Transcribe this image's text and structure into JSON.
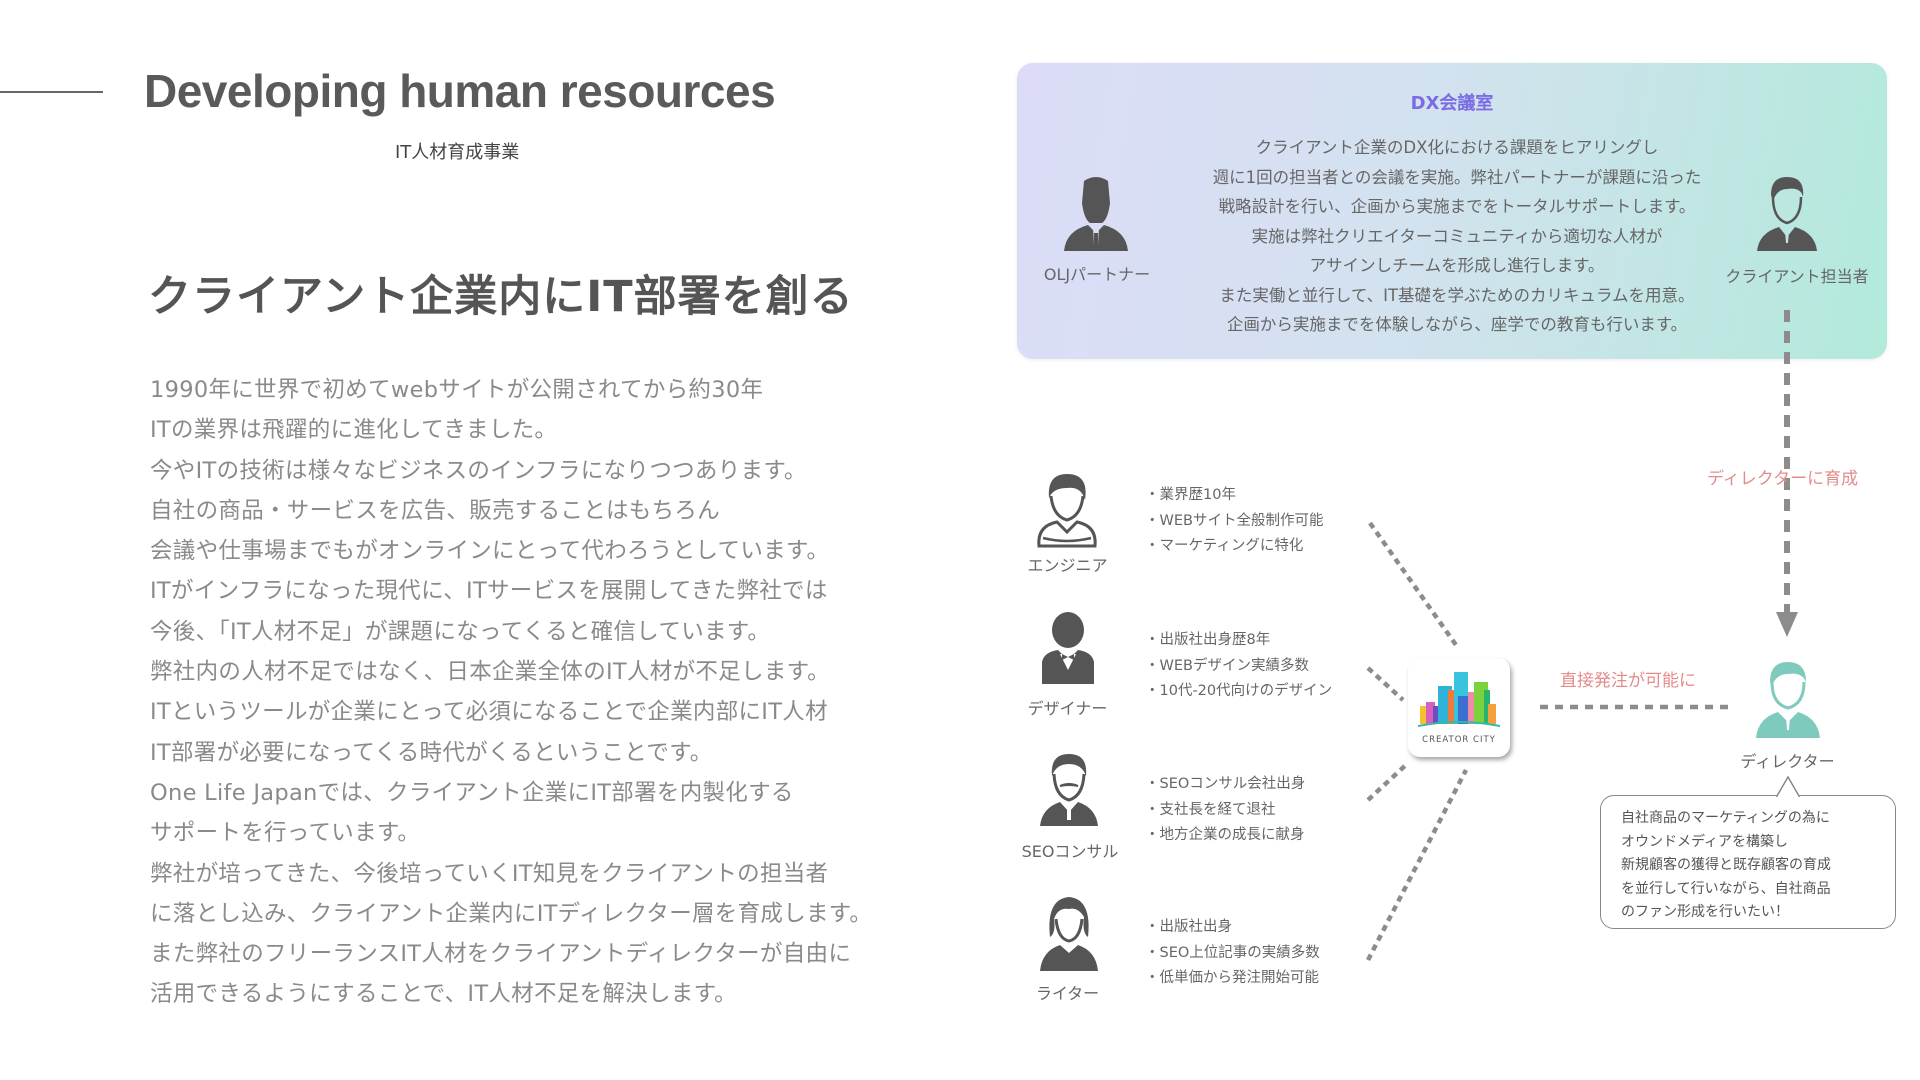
{
  "header": {
    "title": "Developing human resources",
    "subtitle": "IT人材育成事業"
  },
  "main": {
    "heading": "クライアント企業内にIT部署を創る",
    "paragraph_lines": [
      "1990年に世界で初めてwebサイトが公開されてから約30年",
      "ITの業界は飛躍的に進化してきました。",
      "今やITの技術は様々なビジネスのインフラになりつつあります。",
      "自社の商品・サービスを広告、販売することはもちろん",
      "会議や仕事場までもがオンラインにとって代わろうとしています。",
      "ITがインフラになった現代に、ITサービスを展開してきた弊社では",
      "今後、「IT人材不足」が課題になってくると確信しています。",
      "弊社内の人材不足ではなく、日本企業全体のIT人材が不足します。",
      "ITというツールが企業にとって必須になることで企業内部にIT人材",
      "IT部署が必要になってくる時代がくるということです。",
      "One Life Japanでは、クライアント企業にIT部署を内製化する",
      "サポートを行っています。",
      "弊社が培ってきた、今後培っていくIT知見をクライアントの担当者",
      "に落とし込み、クライアント企業内にITディレクター層を育成します。",
      "また弊社のフリーランスIT人材をクライアントディレクターが自由に",
      "活用できるようにすることで、IT人材不足を解決します。"
    ]
  },
  "dx_room": {
    "title": "DX会議室",
    "left_person": {
      "label": "OLJパートナー",
      "icon": "businessman-icon"
    },
    "right_person": {
      "label": "クライアント担当者",
      "icon": "client-person-icon"
    },
    "description_lines": [
      "クライアント企業のDX化における課題をヒアリングし",
      "週に1回の担当者との会議を実施。弊社パートナーが課題に沿った",
      "戦略設計を行い、企画から実施までをトータルサポートします。",
      "実施は弊社クリエイターコミュニティから適切な人材が",
      "アサインしチームを形成し進行します。",
      "また実働と並行して、IT基礎を学ぶためのカリキュラムを用意。",
      "企画から実施までを体験しながら、座学での教育も行います。"
    ]
  },
  "creators": [
    {
      "label": "エンジニア",
      "icon": "engineer-icon",
      "bullets": [
        "・業界歴10年",
        "・WEBサイト全般制作可能",
        "・マーケティングに特化"
      ]
    },
    {
      "label": "デザイナー",
      "icon": "designer-icon",
      "bullets": [
        "・出版社出身歴8年",
        "・WEBデザイン実績多数",
        "・10代-20代向けのデザイン"
      ]
    },
    {
      "label": "SEOコンサル",
      "icon": "seo-consultant-icon",
      "bullets": [
        "・SEOコンサル会社出身",
        "・支社長を経て退社",
        "・地方企業の成長に献身"
      ]
    },
    {
      "label": "ライター",
      "icon": "writer-icon",
      "bullets": [
        "・出版社出身",
        "・SEO上位記事の実績多数",
        "・低単価から発注開始可能"
      ]
    }
  ],
  "hub": {
    "logo_text": "CREATOR CITY"
  },
  "flow": {
    "train_label": "ディレクターに育成",
    "direct_label": "直接発注が可能に"
  },
  "director": {
    "label": "ディレクター",
    "speech_lines": [
      "自社商品のマーケティングの為に",
      "オウンドメディアを構築し",
      "新規顧客の獲得と既存顧客の育成",
      "を並行して行いながら、自社商品",
      "のファン形成を行いたい！"
    ]
  },
  "colors": {
    "title_gray": "#5a5a5a",
    "body_gray": "#8a8a8a",
    "dx_title_purple": "#7b6ce6",
    "accent_pink": "#e38c8c",
    "director_teal": "#7ecbbd",
    "icon_dark": "#555555",
    "dash_gray": "#8c8c8c"
  }
}
